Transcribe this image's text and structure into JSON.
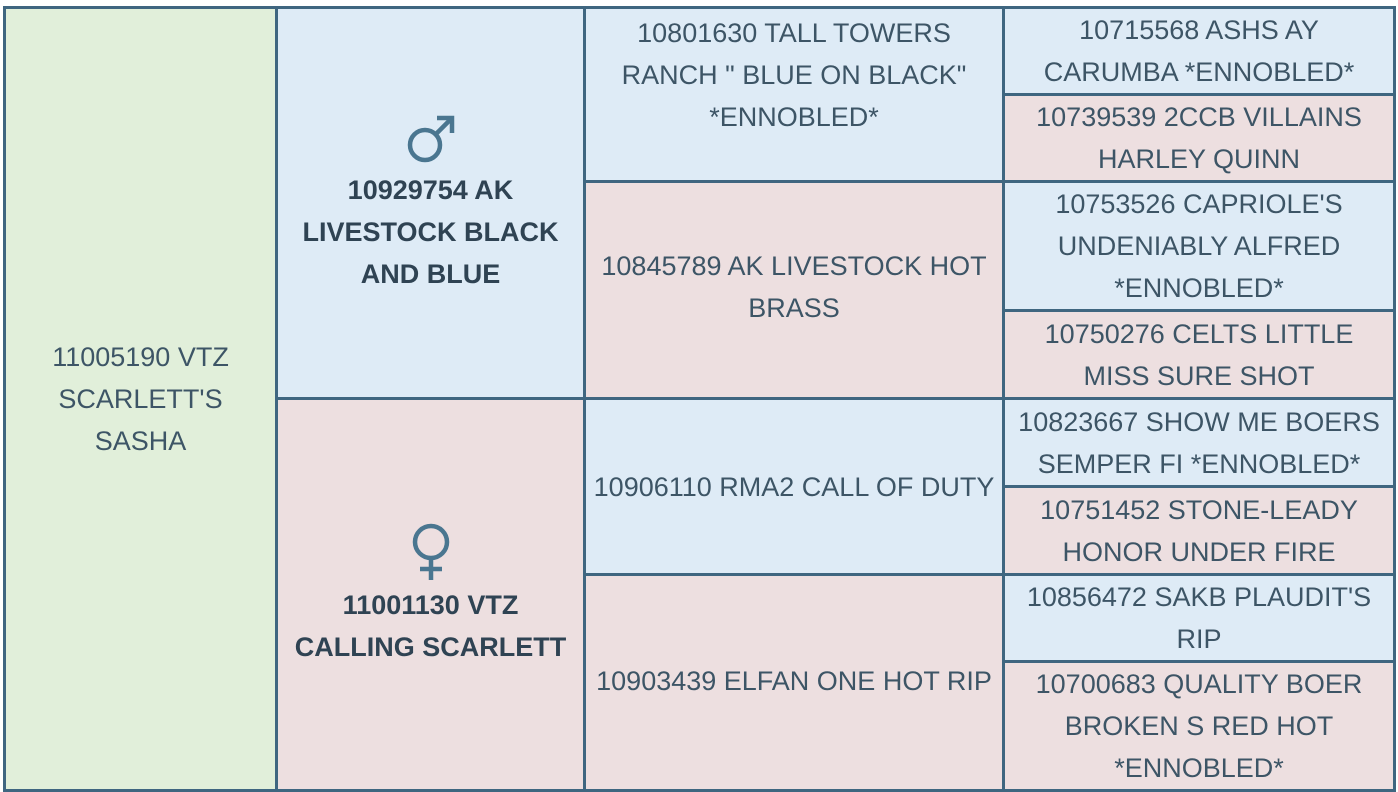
{
  "subject": {
    "label": "11005190 VTZ SCARLETT'S SASHA"
  },
  "sire": {
    "label": "10929754 AK LIVESTOCK BLACK AND BLUE",
    "icon": "male-symbol-icon"
  },
  "dam": {
    "label": "11001130 VTZ CALLING SCARLETT",
    "icon": "female-symbol-icon"
  },
  "grandparents": [
    {
      "label": "10801630 TALL TOWERS RANCH \" BLUE ON BLACK\" *ENNOBLED*"
    },
    {
      "label": "10845789 AK LIVESTOCK HOT BRASS"
    },
    {
      "label": "10906110 RMA2 CALL OF DUTY"
    },
    {
      "label": "10903439 ELFAN ONE HOT RIP"
    }
  ],
  "great_grandparents": [
    {
      "label": "10715568 ASHS AY CARUMBA *ENNOBLED*"
    },
    {
      "label": "10739539 2CCB VILLAINS HARLEY QUINN"
    },
    {
      "label": "10753526 CAPRIOLE'S UNDENIABLY ALFRED *ENNOBLED*"
    },
    {
      "label": "10750276 CELTS LITTLE MISS SURE SHOT"
    },
    {
      "label": "10823667 SHOW ME BOERS SEMPER FI *ENNOBLED*"
    },
    {
      "label": "10751452 STONE-LEADY HONOR UNDER FIRE"
    },
    {
      "label": "10856472 SAKB PLAUDIT'S RIP"
    },
    {
      "label": "10700683 QUALITY BOER BROKEN S RED HOT *ENNOBLED*"
    }
  ],
  "colors": {
    "male": "#deebf6",
    "female": "#eddfe0",
    "subject": "#e1efda",
    "border": "#3f6680"
  }
}
